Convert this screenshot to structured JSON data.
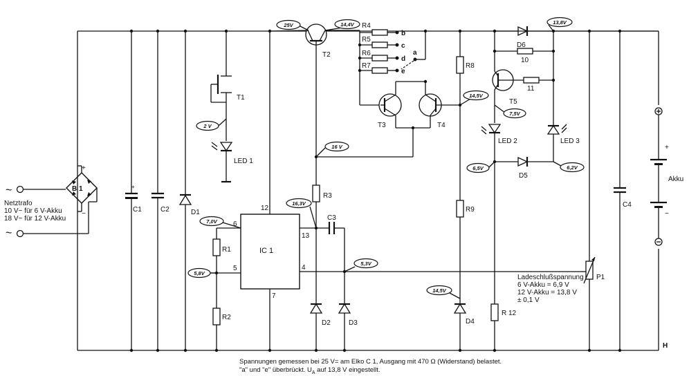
{
  "transformer": {
    "name": "Netztrafo",
    "line1": "10 V~ für 6 V-Akku",
    "line2": "18 V~ für 12 V-Akku",
    "ac_symbol": "~"
  },
  "bridge": {
    "name": "B 1",
    "plus": "+",
    "minus": "−"
  },
  "capacitors": {
    "c1": "C1",
    "c1_plus": "+",
    "c2": "C2",
    "c3": "C3",
    "c4": "C4"
  },
  "diodes": {
    "d1": "D1",
    "d2": "D2",
    "d3": "D3",
    "d4": "D4",
    "d5": "D5",
    "d6": "D6"
  },
  "transistors": {
    "t1": "T1",
    "t2": "T2",
    "t3": "T3",
    "t4": "T4",
    "t5": "T5"
  },
  "leds": {
    "led1": "LED 1",
    "led2": "LED 2",
    "led3": "LED 3"
  },
  "resistors": {
    "r1": "R1",
    "r2": "R2",
    "r3": "R3",
    "r4": "R4",
    "r5": "R5",
    "r6": "R6",
    "r7": "R7",
    "r8": "R8",
    "r9": "R9",
    "r10": "10",
    "r11": "11",
    "r12": "R 12"
  },
  "ic": {
    "name": "IC 1",
    "pin12": "12",
    "pin6": "6",
    "pin5": "5",
    "pin13": "13",
    "pin4": "4",
    "pin7": "7"
  },
  "taps": {
    "a": "a",
    "b": "b",
    "c": "c",
    "d": "d",
    "e": "e"
  },
  "potentiometer": {
    "name": "P1",
    "desc_title": "Ladeschlußspannung",
    "desc_6v": "6 V-Akku = 6,9 V",
    "desc_12v": "12 V-Akku = 13,8 V",
    "desc_tol": "± 0,1 V"
  },
  "battery": {
    "name": "Akku",
    "plus": "+",
    "minus": "−"
  },
  "ground_label": "H",
  "voltages": {
    "t2_base": "25V",
    "t2_emitter": "14,4V",
    "t1": "2 V",
    "r3_top": "16 V",
    "ic_pin6": "7,0V",
    "ic_pin5": "5,8V",
    "ic_pin13": "16,3V",
    "ic_pin4": "5,3V",
    "t4": "14,5V",
    "out": "13,8V",
    "t5": "7,5V",
    "d5_left": "6,5V",
    "d5_right": "6,2V",
    "d4": "14,5V"
  },
  "caption": {
    "line1": "Spannungen gemessen bei 25 V= am Elko C 1, Ausgang mit 470 Ω (Widerstand) belastet.",
    "line2": "\"a\" und \"e\" überbrückt. U",
    "line2_sub": "A",
    "line2_end": " auf 13,8 V eingestellt."
  }
}
